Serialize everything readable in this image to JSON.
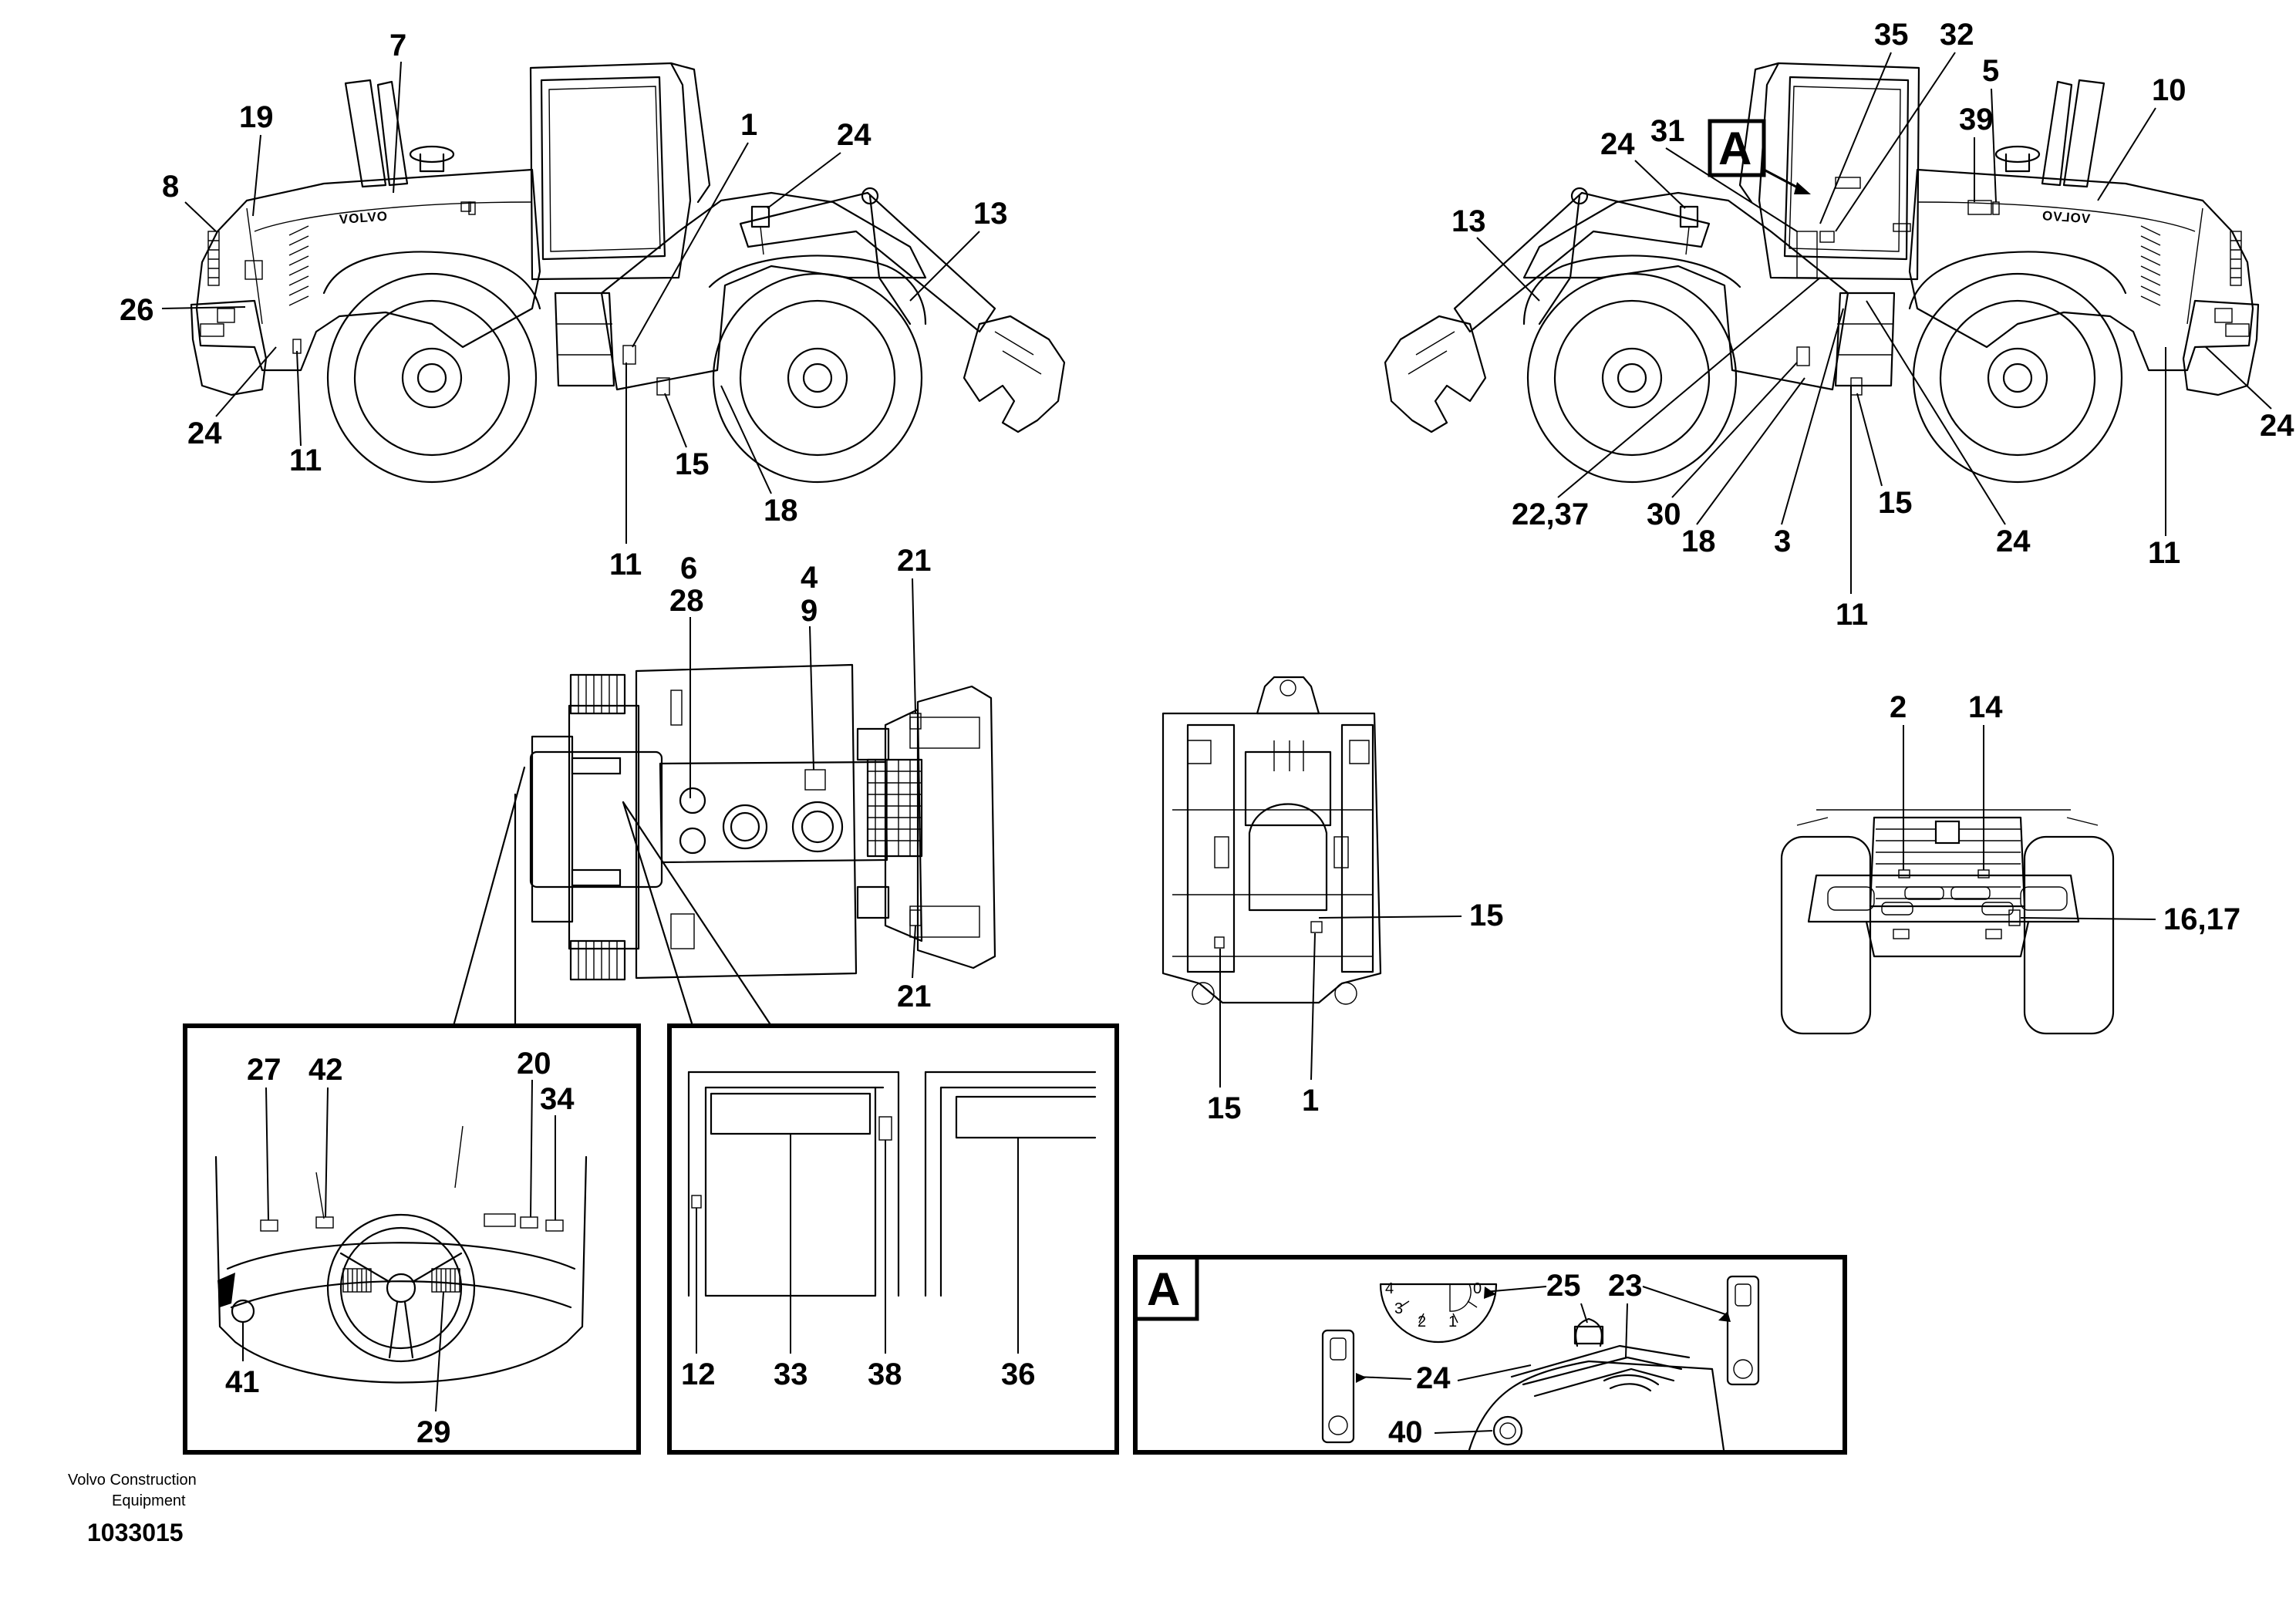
{
  "brand": {
    "logo_text": "VOLVO"
  },
  "footer": {
    "credit_line1": "Volvo Construction",
    "credit_line2": "Equipment",
    "part_number": "1033015"
  },
  "callouts": {
    "left_view": [
      "7",
      "19",
      "8",
      "26",
      "24",
      "11",
      "1",
      "24",
      "13",
      "15",
      "18",
      "11"
    ],
    "right_view": [
      "35",
      "32",
      "5",
      "A",
      "39",
      "10",
      "24",
      "31",
      "13",
      "24",
      "22,37",
      "30",
      "18",
      "3",
      "15",
      "24",
      "11",
      "11"
    ],
    "top_view": [
      "6",
      "28",
      "4",
      "9",
      "21",
      "21"
    ],
    "frame_view": [
      "15",
      "15",
      "1"
    ],
    "front_view": [
      "2",
      "14",
      "16,17"
    ],
    "cab_dash_detail": [
      "27",
      "42",
      "20",
      "34",
      "41",
      "29"
    ],
    "cab_door_detail": [
      "12",
      "33",
      "38",
      "36"
    ],
    "detail_a": [
      "A",
      "25",
      "23",
      "24",
      "40"
    ]
  },
  "dial": {
    "marks": [
      "4",
      "3",
      "2",
      "1",
      "0"
    ]
  }
}
